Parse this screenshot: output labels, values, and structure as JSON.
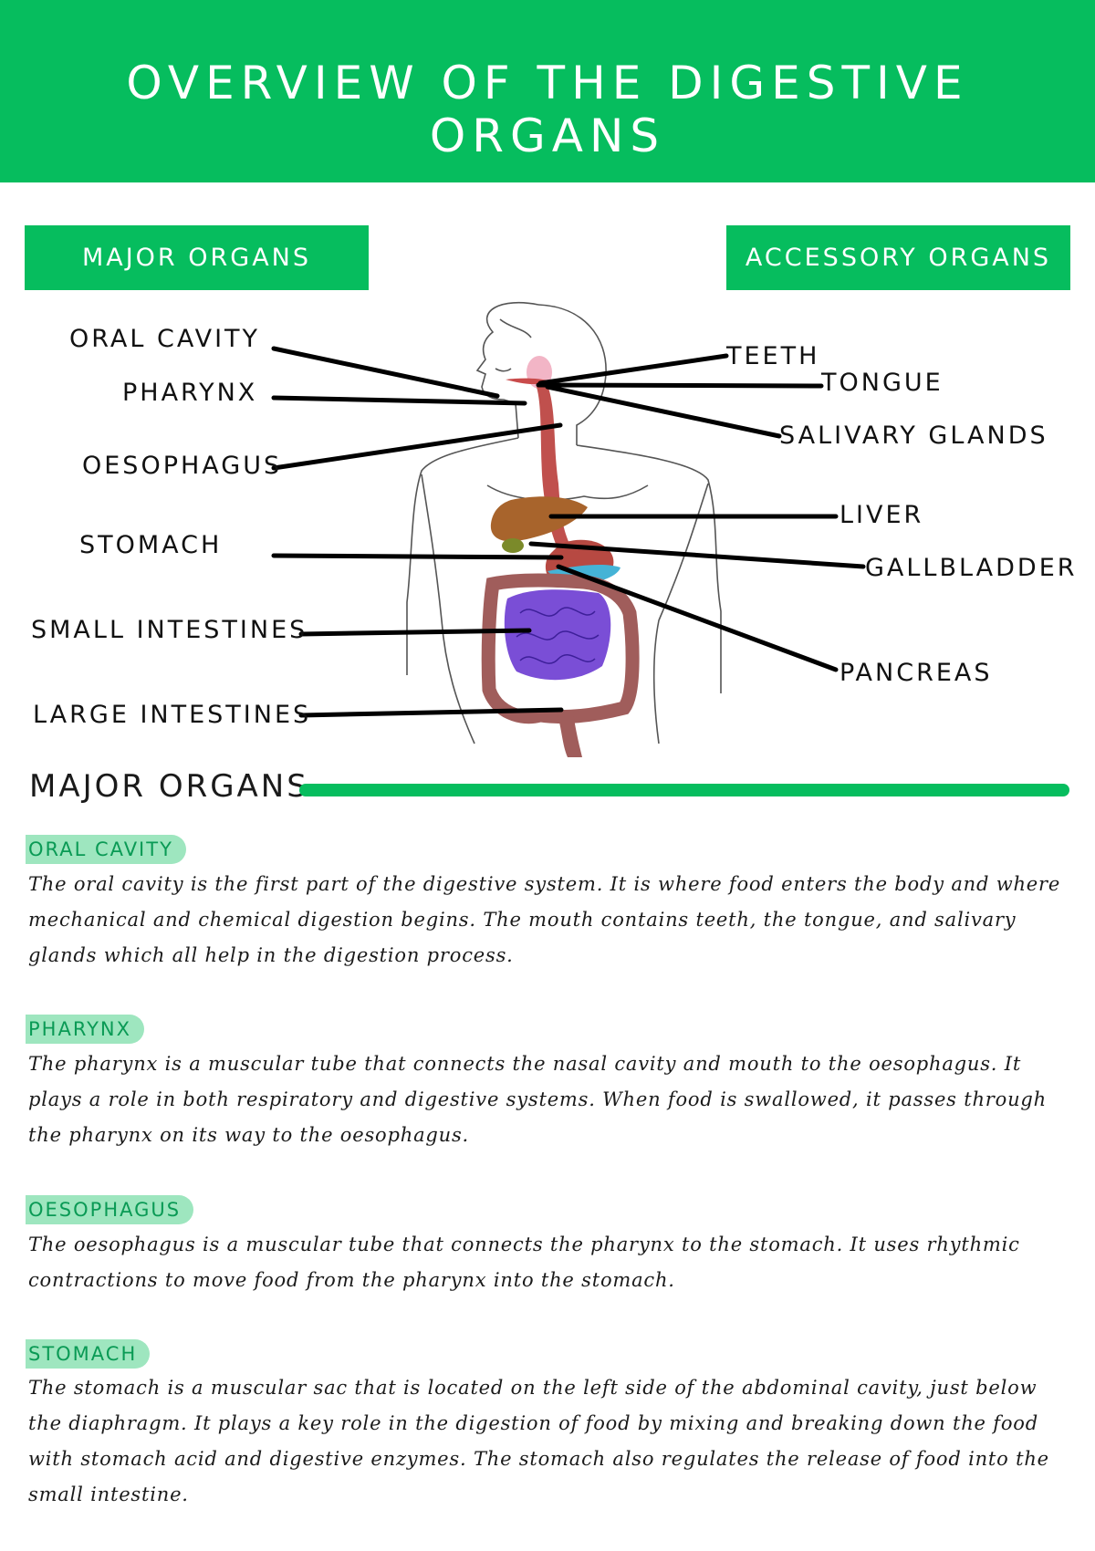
{
  "header": {
    "title": "OVERVIEW OF THE DIGESTIVE ORGANS"
  },
  "headings": {
    "major": "MAJOR ORGANS",
    "accessory": "ACCESSORY ORGANS"
  },
  "diagram": {
    "left_labels": [
      "ORAL CAVITY",
      "PHARYNX",
      "OESOPHAGUS",
      "STOMACH",
      "SMALL INTESTINES",
      "LARGE INTESTINES"
    ],
    "right_labels": [
      "TEETH",
      "TONGUE",
      "SALIVARY GLANDS",
      "LIVER",
      "GALLBLADDER",
      "PANCREAS"
    ],
    "colors": {
      "oesophagus": "#c0504d",
      "liver": "#a8642c",
      "stomach": "#b74942",
      "small_intestine": "#7a4ed6",
      "large_intestine": "#a05d5b",
      "pancreas": "#45b3d6",
      "gallbladder": "#7b8a2a",
      "salivary": "#f2b5c6"
    }
  },
  "section": {
    "title": "MAJOR ORGANS",
    "rule_color": "#06bd5e"
  },
  "organs": [
    {
      "tag": "ORAL CAVITY",
      "text": "The oral cavity is the first part of the digestive system. It is where food enters the body and where mechanical and chemical digestion begins. The mouth contains teeth, the tongue, and salivary glands which all help in the digestion process."
    },
    {
      "tag": "PHARYNX",
      "text": "The pharynx is a muscular tube that connects the nasal cavity and mouth to the oesophagus. It plays a role in both respiratory and digestive systems. When food is swallowed, it passes through the pharynx on its way to the oesophagus."
    },
    {
      "tag": "OESOPHAGUS",
      "text": "The oesophagus is a muscular tube that connects the pharynx to the stomach. It uses rhythmic contractions to move food from the pharynx into the stomach."
    },
    {
      "tag": "STOMACH",
      "text": "The stomach is a muscular sac that is located on the left side of the abdominal cavity, just below the diaphragm. It plays a key role in the digestion of food by mixing and breaking down the food with stomach acid and digestive enzymes. The stomach also regulates the release of food into the small intestine."
    }
  ]
}
